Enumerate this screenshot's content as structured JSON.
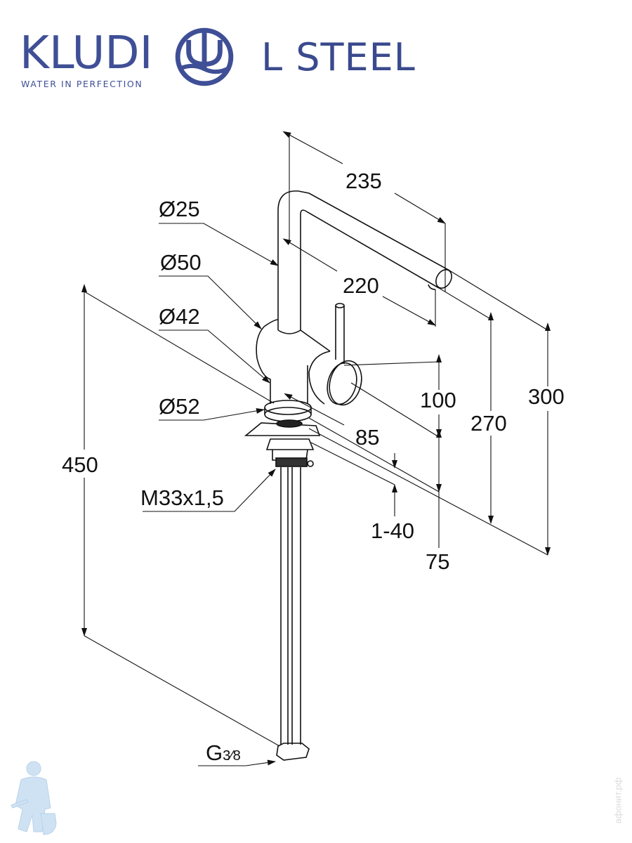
{
  "header": {
    "brand": "KLUDI",
    "tagline": "WATER IN PERFECTION",
    "product": "L STEEL",
    "brand_color": "#3f4f96",
    "logo_icon": "trident-wave-logo"
  },
  "dimensions": {
    "spout_reach_outer": "235",
    "spout_reach_inner": "220",
    "spout_diameter": "Ø25",
    "body_diameter": "Ø50",
    "body_lower_diameter": "Ø42",
    "base_diameter": "Ø52",
    "mounting_thread": "M33x1,5",
    "hose_connection_base": "G",
    "hose_connection_fraction": "3⁄8",
    "hose_length": "450",
    "lever_height": "100",
    "lever_offset": "85",
    "deck_thickness": "1-40",
    "lever_base_height": "75",
    "spout_outlet_height": "270",
    "total_height": "300"
  },
  "watermark": {
    "text": "афонит.рф",
    "mascot_icon": "plumber-mascot"
  }
}
